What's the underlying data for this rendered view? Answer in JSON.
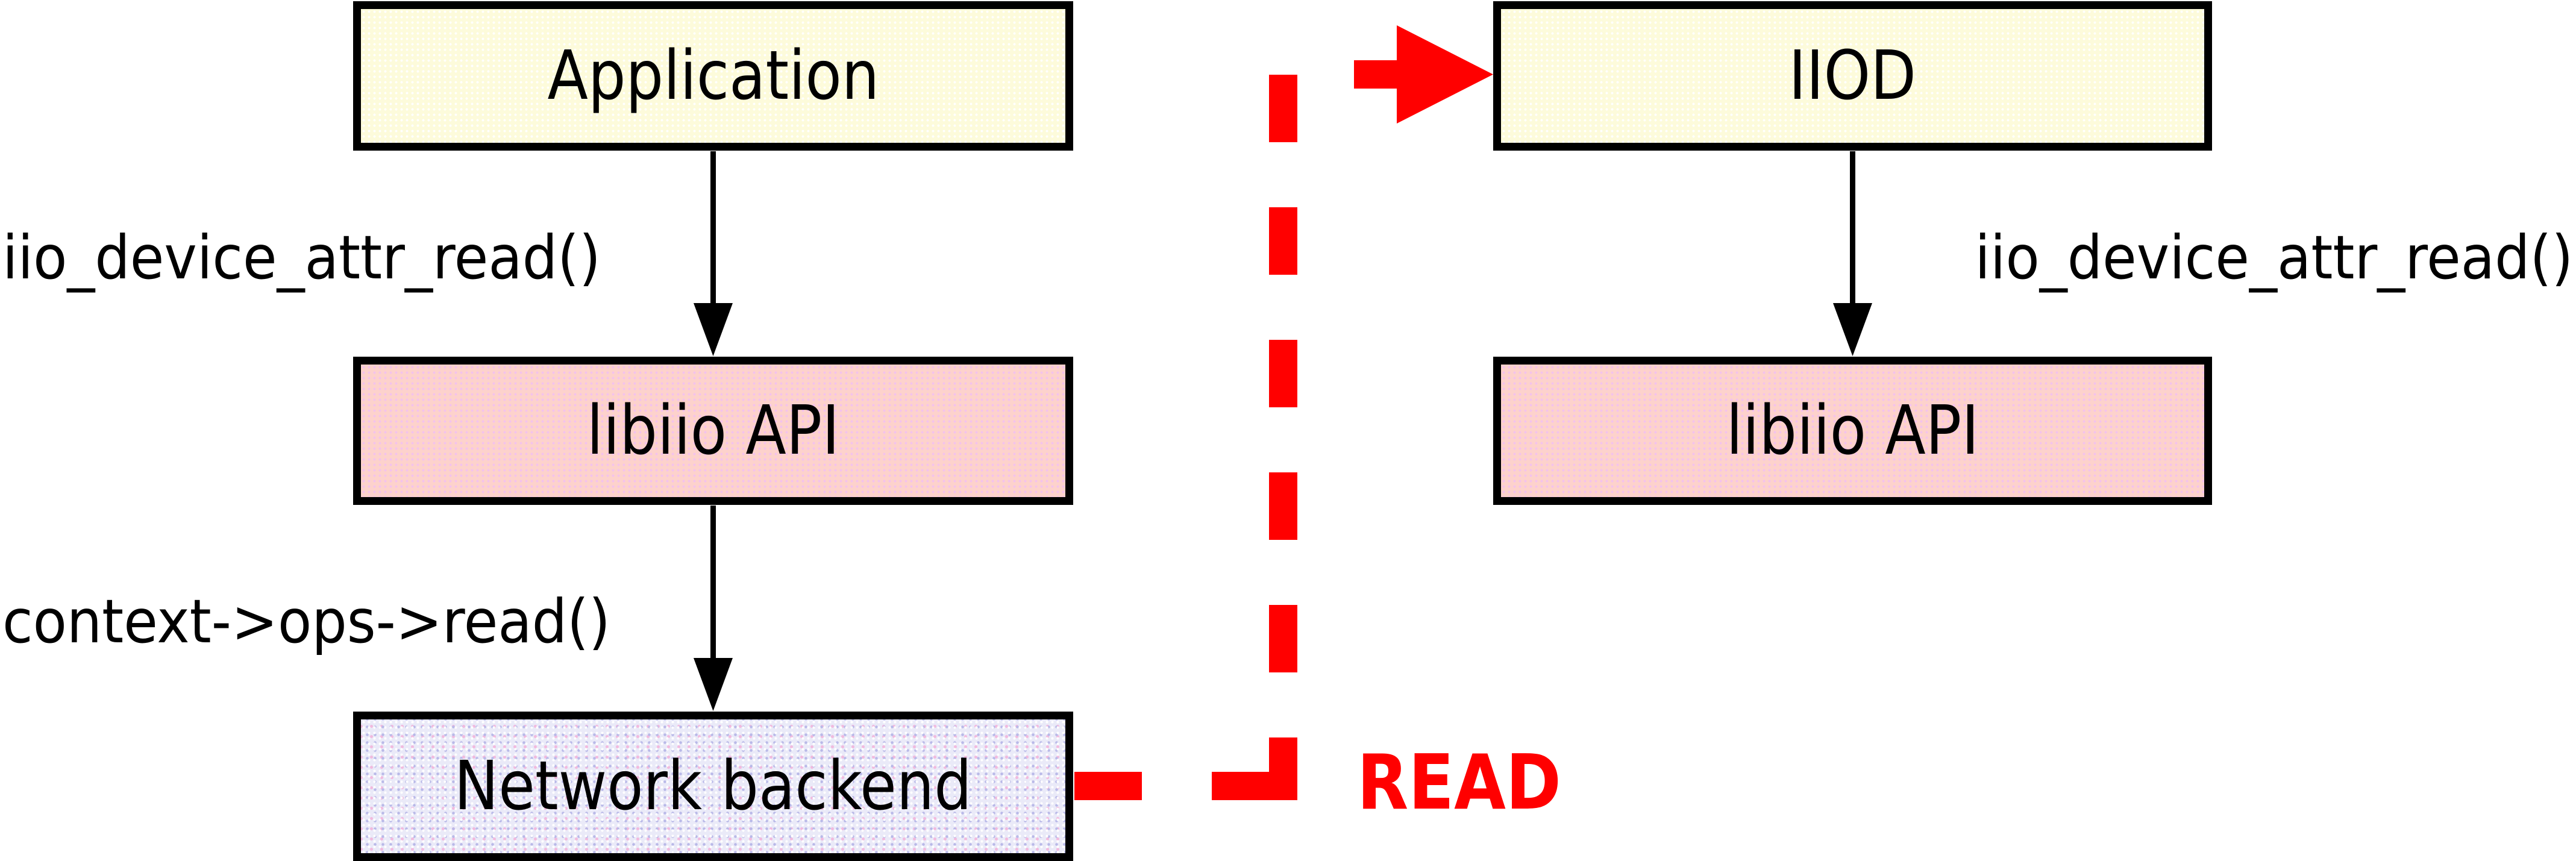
{
  "boxes": {
    "application": "Application",
    "libiio_left": "libiio API",
    "network_backend": "Network backend",
    "iiod": "IIOD",
    "libiio_right": "libiio API"
  },
  "labels": {
    "call_left_top": "iio_device_attr_read()",
    "call_left_bottom": "context->ops->read()",
    "call_right": "iio_device_attr_read()",
    "network_link": "READ"
  },
  "colors": {
    "background": "#ffffff",
    "line": "#000000",
    "text": "#000000",
    "red": "#ff0000",
    "cream": "#fdfbdb",
    "pink": "#fdd2cc",
    "lavender": "#eaeaf8"
  }
}
